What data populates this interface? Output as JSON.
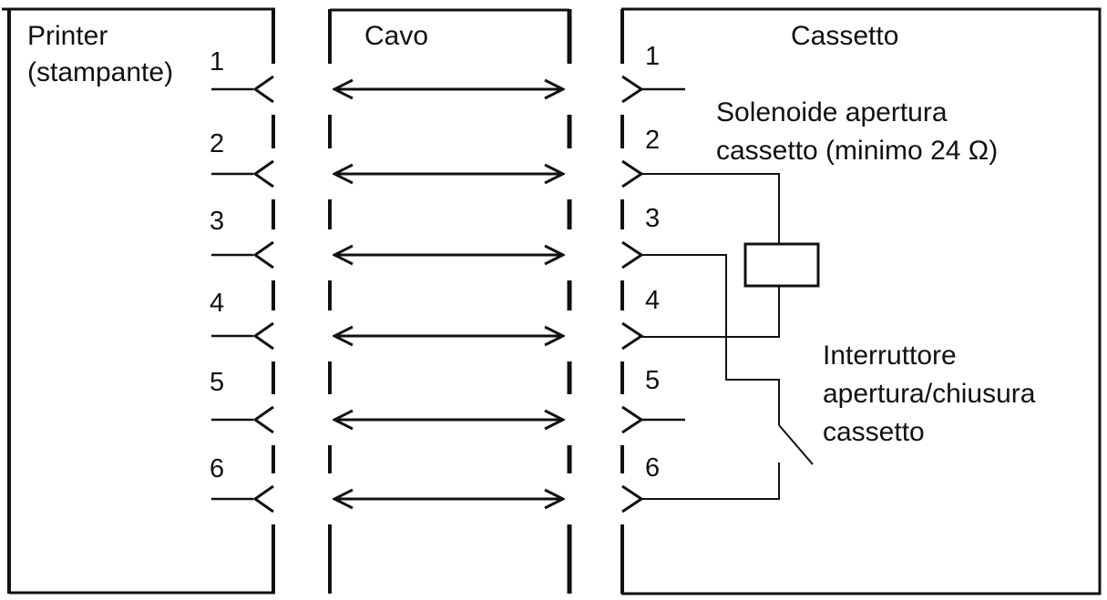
{
  "labels": {
    "printer": "Printer",
    "printer_sub": "(stampante)",
    "cable": "Cavo",
    "drawer": "Cassetto",
    "solenoid_line1": "Solenoide apertura",
    "solenoid_line2": "cassetto (minimo 24 Ω)",
    "switch_line1": "Interruttore",
    "switch_line2": "apertura/chiusura",
    "switch_line3": "cassetto"
  },
  "pins": [
    "1",
    "2",
    "3",
    "4",
    "5",
    "6"
  ],
  "colors": {
    "ink": "#111111",
    "background": "#ffffff"
  }
}
